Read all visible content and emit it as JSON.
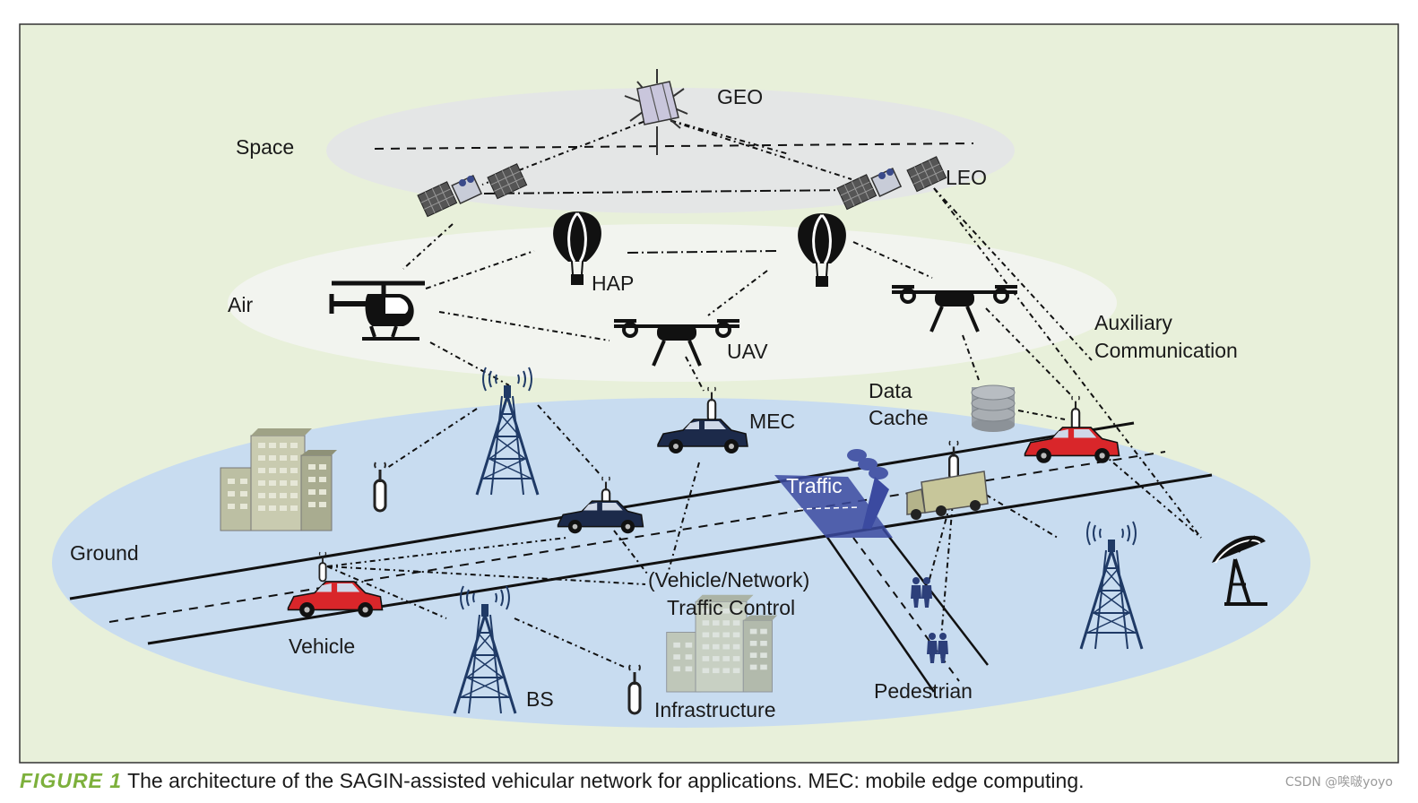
{
  "colors": {
    "panel_bg": "#e8f0da",
    "space_layer": "#e4e6e6",
    "air_layer": "#f2f4ef",
    "ground_layer": "#c8dcf0",
    "vehicle_red": "#d9262a",
    "vehicle_dark": "#1c2a4a",
    "traffic_sign": "#3b4aa0",
    "building": "#b8b89a"
  },
  "labels": {
    "space": "Space",
    "geo": "GEO",
    "leo": "LEO",
    "air": "Air",
    "hap": "HAP",
    "uav": "UAV",
    "aux1": "Auxiliary",
    "aux2": "Communication",
    "data1": "Data",
    "data2": "Cache",
    "mec": "MEC",
    "traffic": "Traffic",
    "ground": "Ground",
    "ctrl1": "(Vehicle/Network)",
    "ctrl2": "Traffic Control",
    "vehicle": "Vehicle",
    "bs": "BS",
    "infrastructure": "Infrastructure",
    "pedestrian": "Pedestrian"
  },
  "caption": {
    "figure": "FIGURE 1",
    "text": "The architecture of the SAGIN-assisted vehicular network for applications. MEC: mobile edge computing."
  },
  "watermark": "CSDN @唉啵yoyo",
  "icons": [
    "satellite-icon",
    "balloon-icon",
    "helicopter-icon",
    "drone-icon",
    "tower-icon",
    "antenna-icon",
    "car-icon",
    "truck-icon",
    "building-icon",
    "database-icon",
    "traffic-light-icon",
    "dish-icon",
    "pedestrian-icon"
  ]
}
